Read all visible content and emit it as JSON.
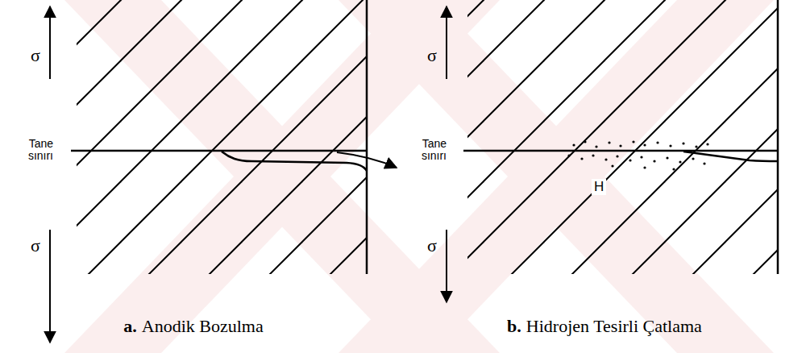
{
  "diagram": {
    "labels": [
      "σ",
      "Tane sınırı",
      "σ",
      "σ",
      "Tane sınırı",
      "σ",
      "H",
      "a.",
      "Anodik Bozulma",
      "b.",
      "Hidrojen Tesirli Çatlama"
    ]
  }
}
